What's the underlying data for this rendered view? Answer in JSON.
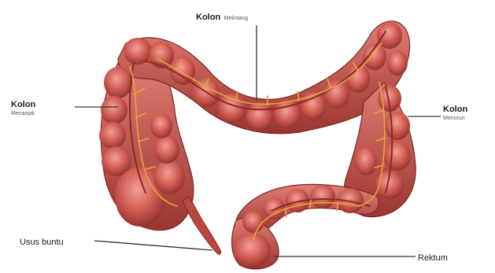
{
  "labels": {
    "transverse": {
      "main": "Kolon",
      "sub": "Melintang"
    },
    "ascending": {
      "main": "Kolon",
      "sub": "Menanjak"
    },
    "descending": {
      "main": "Kolon",
      "sub": "Menurun"
    },
    "appendix": {
      "main": "Usus buntu"
    },
    "rectum": {
      "main": "Rektum"
    }
  },
  "colors": {
    "colon_fill": "#c8554d",
    "colon_dark": "#8e2e2a",
    "colon_light": "#e98a80",
    "vessel": "#e0a23a",
    "leader": "#333333"
  }
}
